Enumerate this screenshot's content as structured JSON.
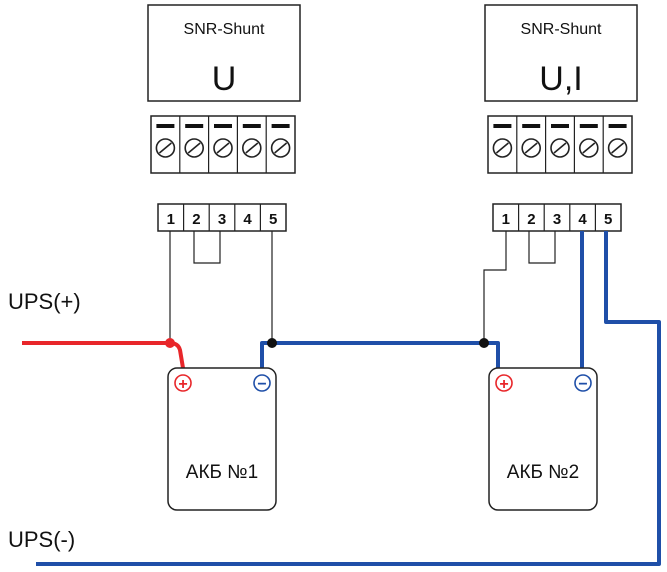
{
  "devices": [
    {
      "model": "SNR-Shunt",
      "mode": "U"
    },
    {
      "model": "SNR-Shunt",
      "mode": "U,I"
    }
  ],
  "terminal_numbers": [
    "1",
    "2",
    "3",
    "4",
    "5"
  ],
  "batteries": [
    {
      "label": "АКБ №1",
      "positive_symbol": "+",
      "negative_symbol": "−"
    },
    {
      "label": "АКБ №2",
      "positive_symbol": "+",
      "negative_symbol": "−"
    }
  ],
  "ups": {
    "positive_label": "UPS(+)",
    "negative_label": "UPS(-)"
  },
  "colors": {
    "positive_wire": "#e8262a",
    "negative_wire": "#1f4fa8",
    "signal_wire": "#222222",
    "outline": "#222222"
  }
}
